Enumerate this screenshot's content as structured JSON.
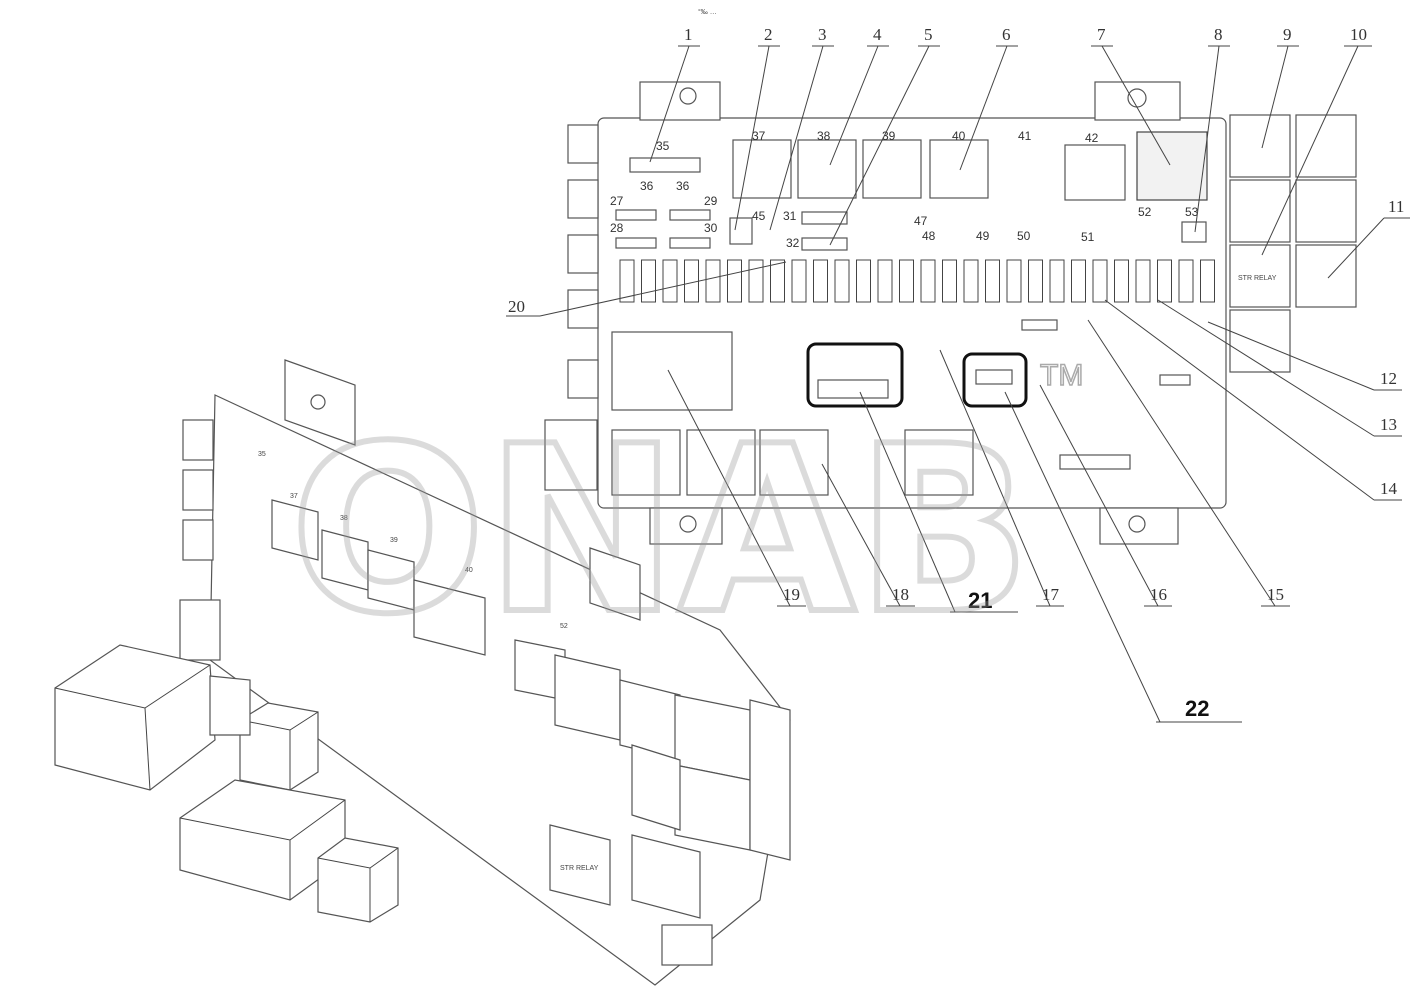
{
  "header_text": "°‰ …",
  "top_callouts": [
    "1",
    "2",
    "3",
    "4",
    "5",
    "6",
    "7",
    "8",
    "9",
    "10"
  ],
  "right_callouts": [
    "11",
    "12",
    "13",
    "14"
  ],
  "bottom_callouts": [
    "19",
    "18",
    "17",
    "16",
    "15"
  ],
  "left_callout": "20",
  "highlight_callouts": [
    "21",
    "22"
  ],
  "board_labels": {
    "row1": [
      "35",
      "36",
      "36"
    ],
    "relays_top": [
      "37",
      "38",
      "39",
      "40",
      "41",
      "42",
      "52",
      "53"
    ],
    "row_mid": [
      "27",
      "28",
      "29",
      "30",
      "31",
      "32",
      "45",
      "47",
      "48",
      "49",
      "50",
      "51"
    ],
    "relay_text": "STR RELAY",
    "relay_text_iso": "STR RELAY"
  },
  "watermark": "ONAB",
  "watermark_tm": "TM",
  "iso_labels": [
    "35",
    "37",
    "38",
    "39",
    "40",
    "52"
  ]
}
